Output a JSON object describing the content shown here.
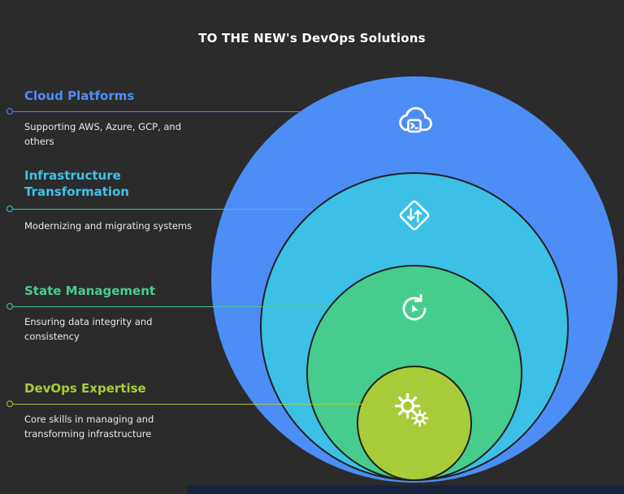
{
  "title": "TO THE NEW's DevOps Solutions",
  "colors": {
    "background": "#2B2B2B",
    "text": "#E8E8E8",
    "footer_bar": "#16233E"
  },
  "layers": [
    {
      "label": "Cloud Platforms",
      "description": "Supporting AWS, Azure, GCP, and others",
      "color": "#4C8DF6",
      "icon": "cloud-icon"
    },
    {
      "label": "Infrastructure Transformation",
      "description": "Modernizing and migrating systems",
      "color": "#3DC0E6",
      "icon": "transform-arrows-icon"
    },
    {
      "label": "State Management",
      "description": "Ensuring data integrity and consistency",
      "color": "#46CD8D",
      "icon": "refresh-tap-icon"
    },
    {
      "label": "DevOps Expertise",
      "description": "Core skills in managing and transforming infrastructure",
      "color": "#A8CC39",
      "icon": "gears-icon"
    }
  ]
}
